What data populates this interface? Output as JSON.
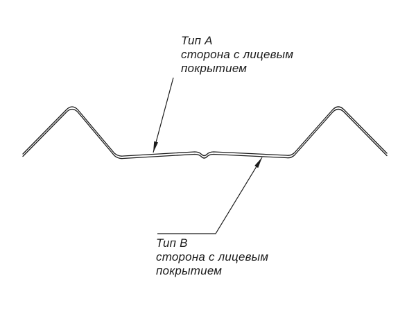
{
  "page": {
    "background_color": "#ffffff",
    "line_color": "#1b1b1b"
  },
  "labels": {
    "type_a": {
      "title": "Тип А",
      "line1": "сторона с лицевым",
      "line2": "покрытием"
    },
    "type_b": {
      "title": "Тип В",
      "line1": "сторона с лицевым",
      "line2": "покрытием"
    }
  }
}
